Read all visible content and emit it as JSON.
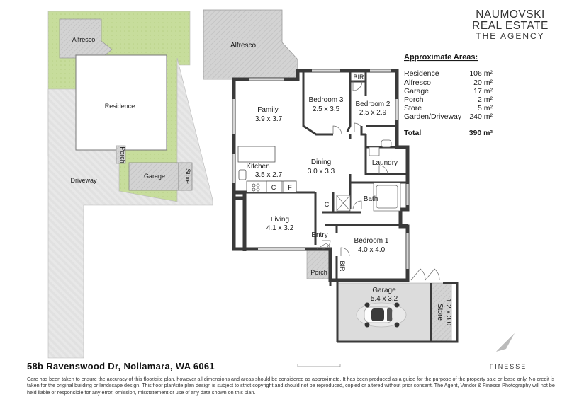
{
  "site_plan": {
    "alfresco": "Alfresco",
    "residence": "Residence",
    "porch": "Porch",
    "garage": "Garage",
    "store": "Store",
    "driveway": "Driveway"
  },
  "floor_plan": {
    "rooms": [
      {
        "id": "alfresco",
        "name": "Alfresco",
        "dim": ""
      },
      {
        "id": "family",
        "name": "Family",
        "dim": "3.9 x 3.7"
      },
      {
        "id": "bedroom3",
        "name": "Bedroom 3",
        "dim": "2.5 x 3.5"
      },
      {
        "id": "bir-top",
        "name": "BIR",
        "dim": ""
      },
      {
        "id": "bedroom2",
        "name": "Bedroom 2",
        "dim": "2.5 x 2.9"
      },
      {
        "id": "kitchen",
        "name": "Kitchen",
        "dim": "3.5 x 2.7"
      },
      {
        "id": "dining",
        "name": "Dining",
        "dim": "3.0 x 3.3"
      },
      {
        "id": "laundry",
        "name": "Laundry",
        "dim": ""
      },
      {
        "id": "bath",
        "name": "Bath",
        "dim": ""
      },
      {
        "id": "living",
        "name": "Living",
        "dim": "4.1 x 3.2"
      },
      {
        "id": "entry",
        "name": "Entry",
        "dim": ""
      },
      {
        "id": "bedroom1",
        "name": "Bedroom 1",
        "dim": "4.0 x 4.0"
      },
      {
        "id": "porch",
        "name": "Porch",
        "dim": ""
      },
      {
        "id": "bir-bottom",
        "name": "BIR",
        "dim": ""
      },
      {
        "id": "garage",
        "name": "Garage",
        "dim": "5.4 x 3.2"
      },
      {
        "id": "store",
        "name": "Store",
        "dim": "1.2 x 3.0"
      }
    ],
    "kitchen_c": "C",
    "kitchen_f": "F",
    "hall_c": "C"
  },
  "areas": {
    "title": "Approximate Areas:",
    "rows": [
      {
        "label": "Residence",
        "value": "106 m²"
      },
      {
        "label": "Alfresco",
        "value": "20 m²"
      },
      {
        "label": "Garage",
        "value": "17 m²"
      },
      {
        "label": "Porch",
        "value": "2 m²"
      },
      {
        "label": "Store",
        "value": "5 m²"
      },
      {
        "label": "Garden/Driveway",
        "value": "240 m²"
      }
    ],
    "total_label": "Total",
    "total_value": "390 m²"
  },
  "brand": {
    "line1": "NAUMOVSKI",
    "line2": "REAL ESTATE",
    "line3": "THE AGENCY",
    "photographer": "FINESSE"
  },
  "colors": {
    "garden": "#c5db9a",
    "paving": "#e6e6e6",
    "outdoor_hatch": "#cfcfcf",
    "wall": "#3a3a3a"
  },
  "address": "58b Ravenswood Dr, Nollamara, WA 6061",
  "disclaimer": "Care has been taken to ensure the accuracy of this floor/site plan, however all dimensions and areas should be considered as approximate. It has been produced as a guide for the purpose of the property sale or lease only. No credit is taken for the original building or landscape design. This floor plan/site plan design is subject to strict copyright and should not be reproduced, copied or altered without prior consent. The Agent, Vendor & Finesse Photography will not be held liable or responsible for any error, omission, misstatement or use of any data shown on this plan."
}
